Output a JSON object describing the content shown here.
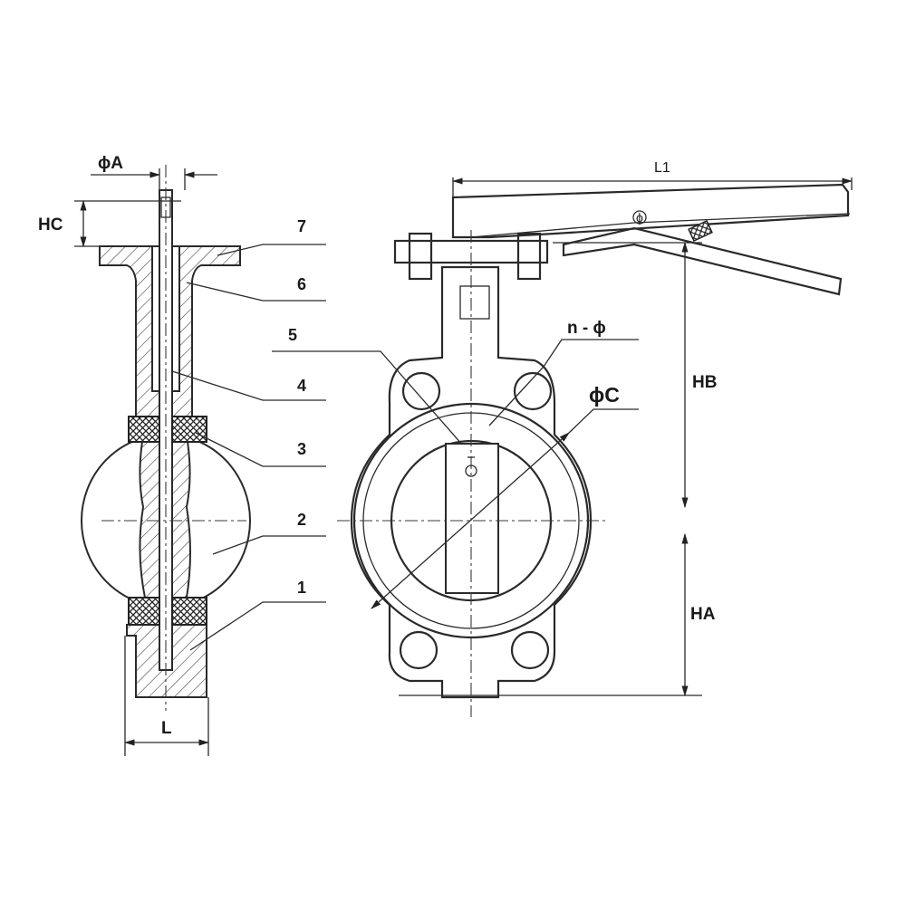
{
  "dimensions": {
    "phi_a": "ϕA",
    "hc": "HC",
    "l": "L",
    "l1": "L1",
    "hb": "HB",
    "ha": "HA",
    "phi_c": "ϕC",
    "n_phi": "n - ϕ",
    "handle_phi": "ϕ"
  },
  "parts": [
    "7",
    "6",
    "5",
    "4",
    "3",
    "2",
    "1"
  ]
}
